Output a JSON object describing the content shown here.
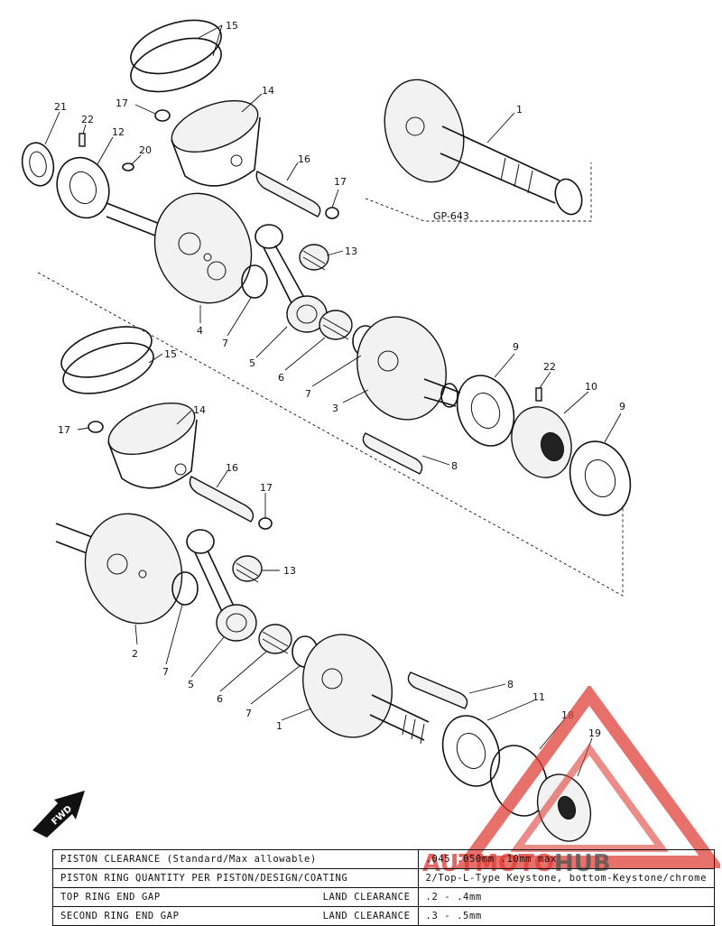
{
  "diagram": {
    "reference_code": "GP-643",
    "callouts": {
      "c15a": "15",
      "c14a": "14",
      "c1a": "1",
      "c21": "21",
      "c22a": "22",
      "c12": "12",
      "c17a": "17",
      "c20": "20",
      "c16a": "16",
      "c17b": "17",
      "c13a": "13",
      "c4": "4",
      "c7a": "7",
      "c5a": "5",
      "c6a": "6",
      "c7b": "7",
      "c3": "3",
      "c9a": "9",
      "c22b": "22",
      "c10": "10",
      "c9b": "9",
      "c8a": "8",
      "c15b": "15",
      "c17c": "17",
      "c14b": "14",
      "c16b": "16",
      "c17d": "17",
      "c13b": "13",
      "c2": "2",
      "c7c": "7",
      "c5b": "5",
      "c6b": "6",
      "c7d": "7",
      "c1b": "1",
      "c8b": "8",
      "c11": "11",
      "c18": "18",
      "c19": "19"
    }
  },
  "forward_arrow": {
    "label": "FWD"
  },
  "watermark": {
    "prefix": "AUT",
    "middle": "MOTO",
    "suffix": "HUB",
    "color": "#e0403a"
  },
  "spec_table": {
    "rows": [
      {
        "label": "PISTON CLEARANCE (Standard/Max allowable)",
        "sublabel": "",
        "value": ".045 .050mm   .10mm max"
      },
      {
        "label": "PISTON RING QUANTITY PER PISTON/DESIGN/COATING",
        "sublabel": "",
        "value": "2/Top-L-Type Keystone, bottom-Keystone/chrome"
      },
      {
        "label": "TOP RING END GAP",
        "sublabel": "LAND CLEARANCE",
        "value": ".2 - .4mm"
      },
      {
        "label": "SECOND RING END GAP",
        "sublabel": "LAND CLEARANCE",
        "value": ".3 - .5mm"
      }
    ]
  }
}
